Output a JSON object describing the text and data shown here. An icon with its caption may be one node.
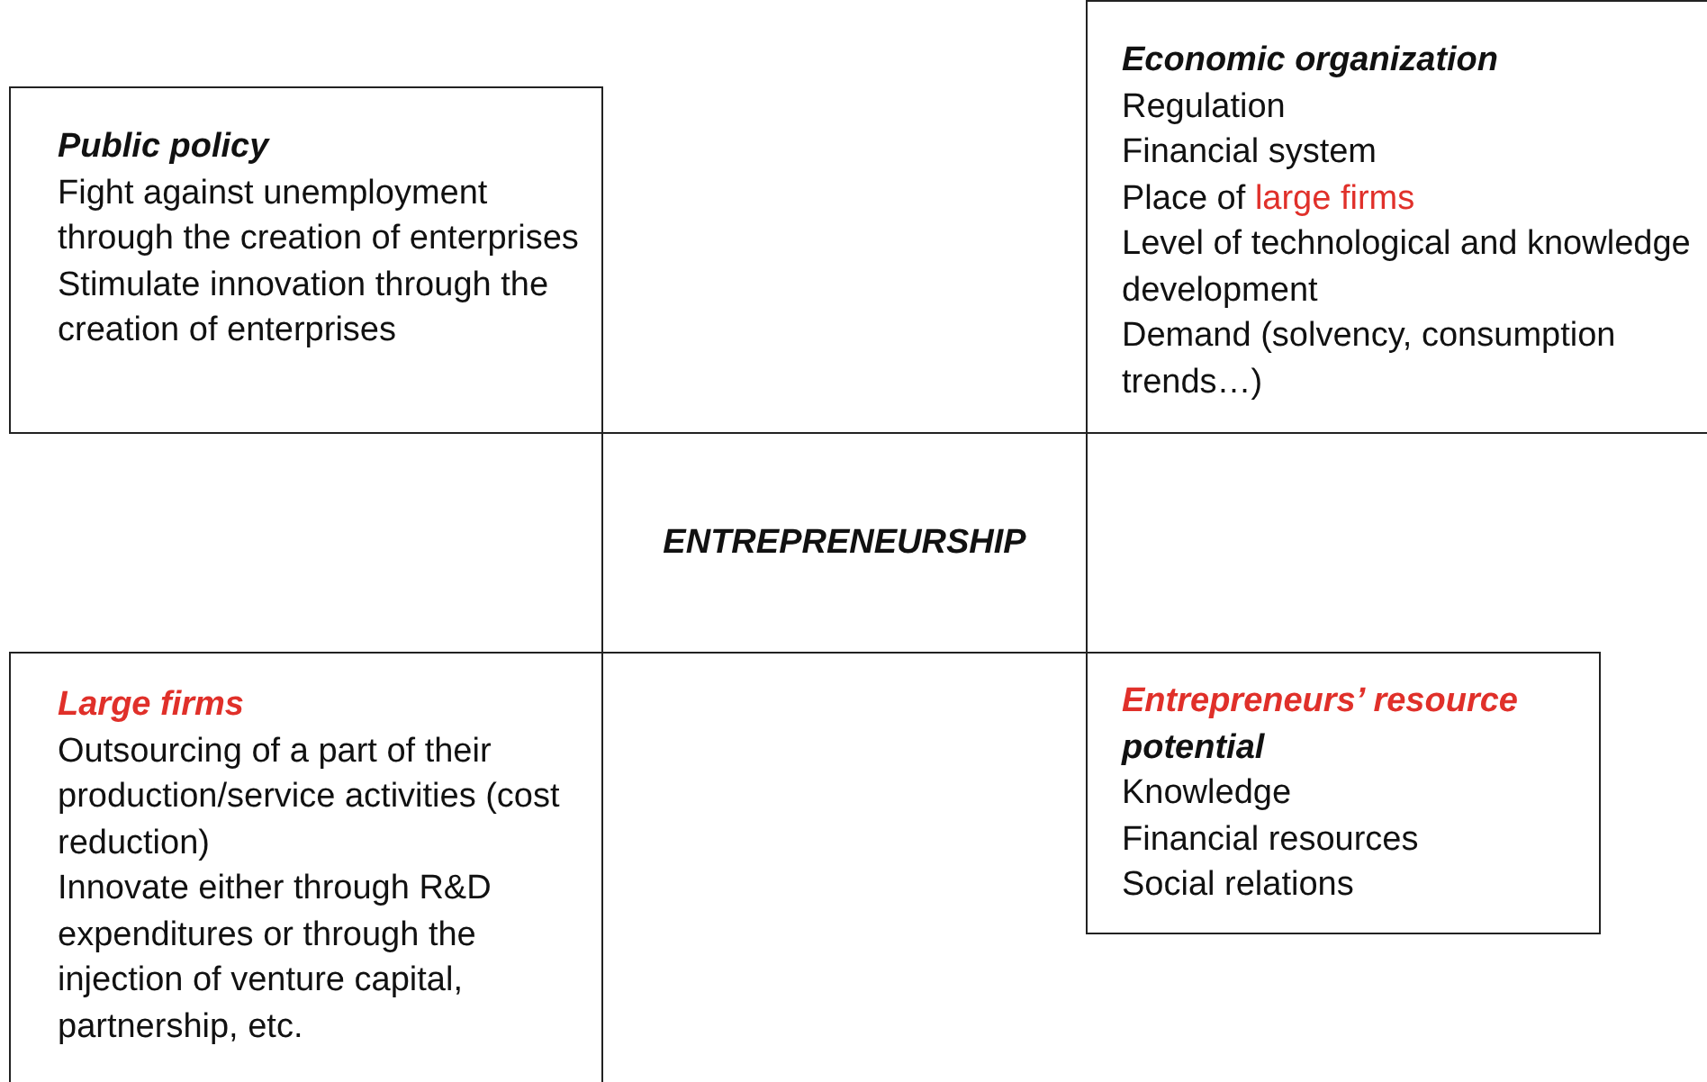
{
  "diagram": {
    "nodes": [
      {
        "text": [
          "Public policy",
          "Fight against unemployment through the creation of enterprises",
          "Stimulate innovation through the creation of enterprises"
        ]
      },
      {
        "text": [
          "Economic organization",
          "Regulation",
          "Financial system",
          "Place of large firms",
          "Level of technological and knowledge development",
          "Demand (solvency, consumption trends…)"
        ]
      },
      {
        "text": [
          "ENTREPRENEURSHIP"
        ]
      },
      {
        "text": [
          "Large firms",
          "Outsourcing of a part of their production/service activities (cost reduction)",
          "Innovate either through R&D expenditures or through the injection of venture capital, partnership, etc."
        ]
      },
      {
        "text": [
          "Entrepreneurs’ resource potential",
          "Knowledge",
          "Financial resources",
          "Social relations"
        ]
      }
    ],
    "edges": []
  }
}
